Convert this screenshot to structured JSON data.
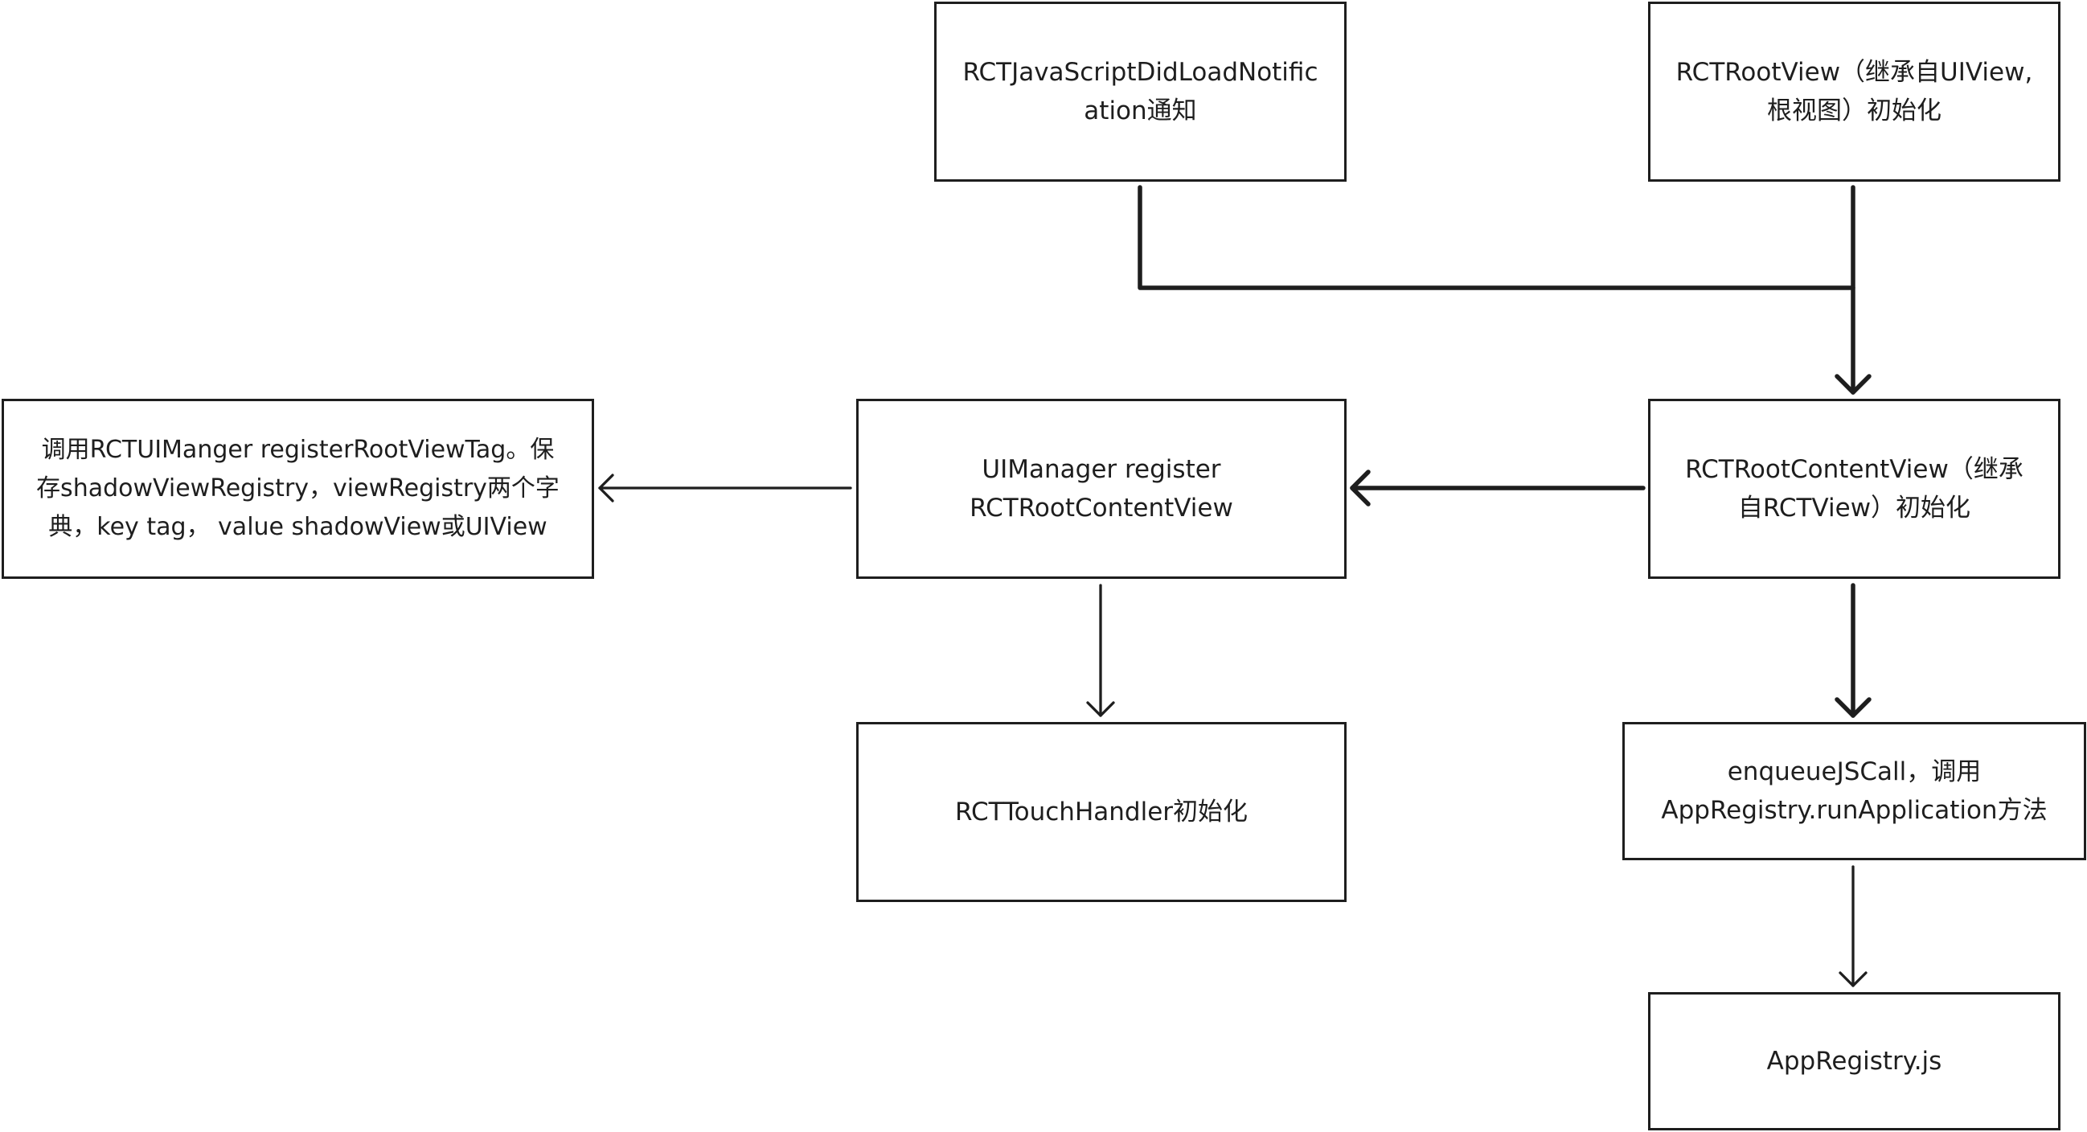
{
  "nodes": {
    "js_load_notification": "RCTJavaScriptDidLoadNotific\nation通知",
    "root_view_init": "RCTRootView（继承自UIView,\n根视图）初始化",
    "register_root_view_tag": "调用RCTUIManger registerRootViewTag。保\n存shadowViewRegistry，viewRegistry两个字\n典，key tag， value shadowView或UIView",
    "uimanager_register": "UIManager register\nRCTRootContentView",
    "root_content_view_init": "RCTRootContentView（继承\n自RCTView）初始化",
    "touch_handler_init": "RCTTouchHandler初始化",
    "enqueue_js_call": "enqueueJSCall，调用\nAppRegistry.runApplication方法",
    "app_registry_js": "AppRegistry.js"
  },
  "colors": {
    "stroke": "#1e1e1e",
    "background": "#ffffff"
  }
}
